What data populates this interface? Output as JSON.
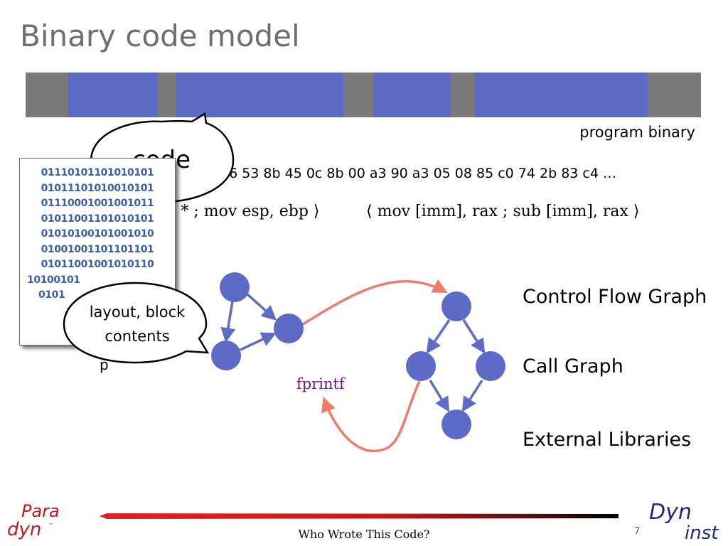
{
  "title": "Binary code model",
  "binary_bar": {
    "label": "program binary",
    "colors": {
      "code": "#5c6bc5",
      "gap": "#7a7a7a"
    }
  },
  "hex_text": "86 53 8b 45 0c 8b 00 a3 90 a3 05 08 85 c0 74 2b 83 c4 …",
  "asm": {
    "part_a": "; * ; mov esp, ebp ⟩",
    "part_b": "⟨ mov [imm], rax ; sub [imm], rax ⟩"
  },
  "bits": [
    "01110101101010101",
    "01011101010010101",
    "01110001001001011",
    "01011001101010101",
    "01010100101001010",
    "01001001101101101",
    "01011001001010110",
    "10100101",
    "0101"
  ],
  "callouts": {
    "code": "code",
    "layout_line1": "layout, block",
    "layout_line2": "contents"
  },
  "graph_labels": {
    "cfg": "Control Flow Graph",
    "call_graph": "Call Graph",
    "external": "External Libraries",
    "fprintf": "fprintf"
  },
  "colors": {
    "node": "#5c6bc5",
    "edge": "#5c6bc5",
    "call_edge": "#ef7b6b",
    "footer_line": "#d42020",
    "title": "#6e6e6e"
  },
  "footer": {
    "text": "Who Wrote This Code?",
    "page": "7",
    "logo_left_top": "Para",
    "logo_left_bottom": "dyn",
    "logo_right_top": "Dyn",
    "logo_right_bottom": "inst"
  }
}
